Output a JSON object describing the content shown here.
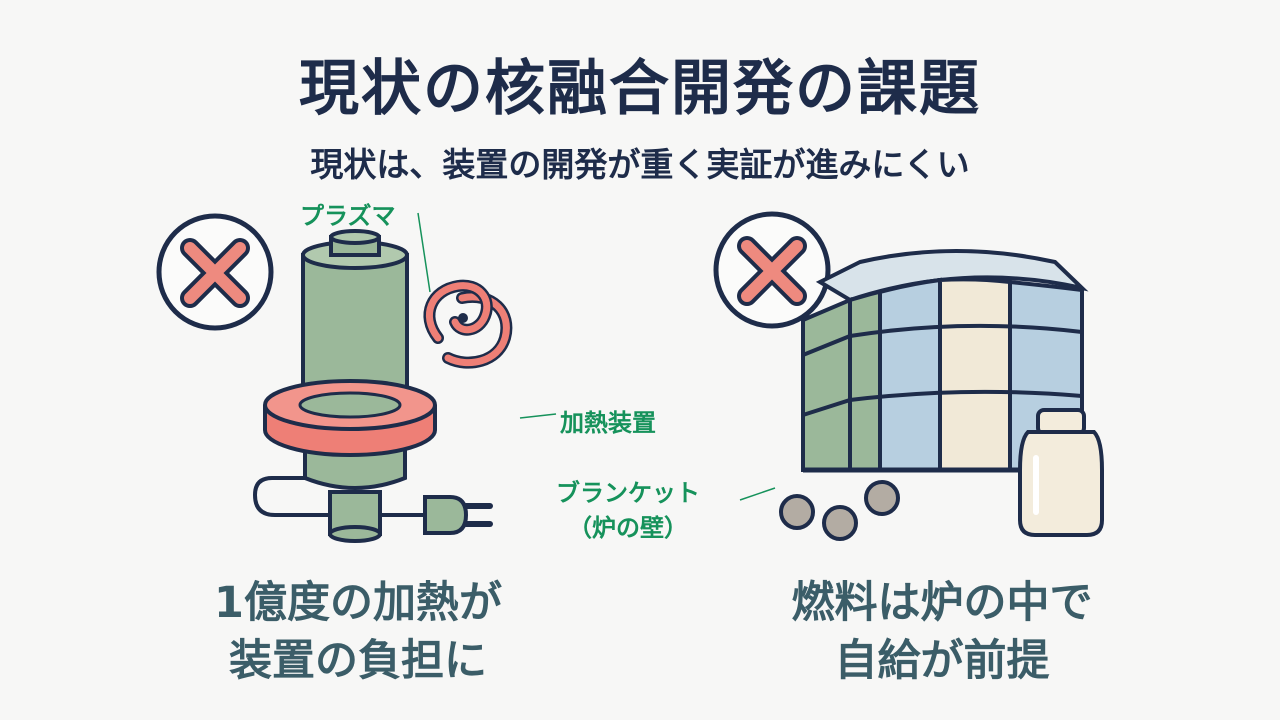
{
  "header": {
    "title": "現状の核融合開発の課題",
    "subtitle": "現状は、装置の開発が重く実証が進みにくい"
  },
  "left": {
    "label_plasma": "プラズマ",
    "label_heater": "加熱装置",
    "caption_line1": "1億度の加熱が",
    "caption_line2": "装置の負担に"
  },
  "right": {
    "label_blanket_line1": "ブランケット",
    "label_blanket_line2": "（炉の壁）",
    "caption_line1": "燃料は炉の中で",
    "caption_line2": "自給が前提"
  },
  "colors": {
    "navy": "#1e2c4a",
    "green_label": "#16925b",
    "caption": "#3b5d68",
    "cross": "#ee8a7f",
    "cylinder": "#9bb89a",
    "heater_ring": "#ee7f76",
    "tile_blue": "#b7cfe0",
    "tile_cream": "#f1e9d7"
  },
  "icons": [
    "cross-icon",
    "cylinder-icon",
    "plasma-spiral-icon",
    "plug-icon",
    "blanket-wall-icon",
    "fuel-tank-icon",
    "fuel-pellet-icon"
  ]
}
